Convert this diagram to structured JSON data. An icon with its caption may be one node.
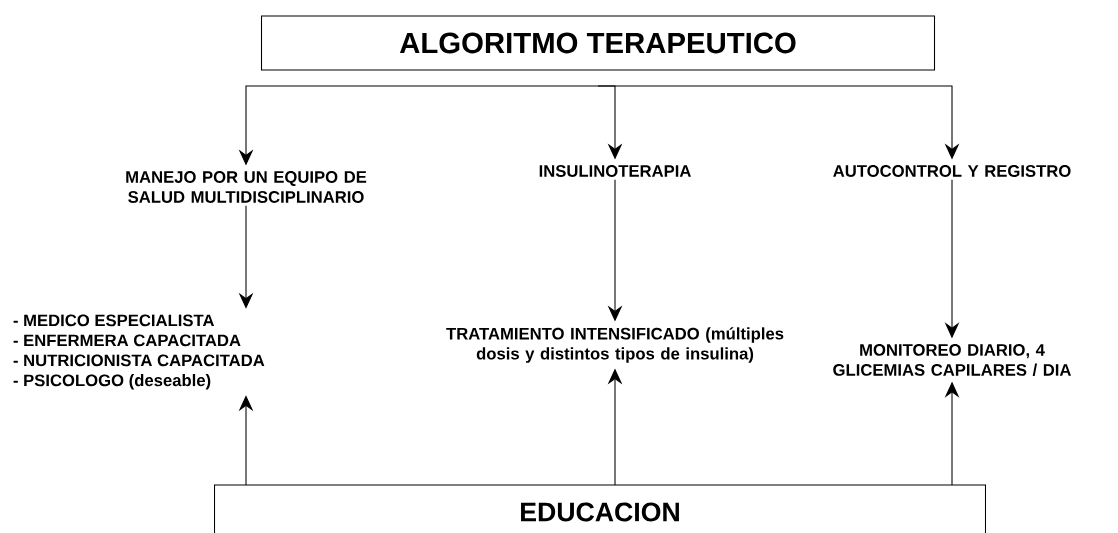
{
  "diagram": {
    "nodes": [
      {
        "text": [
          "ALGORITMO TERAPEUTICO"
        ]
      },
      {
        "text": [
          "MANEJO POR UN EQUIPO DE SALUD MULTIDISCIPLINARIO"
        ]
      },
      {
        "text": [
          "INSULINOTERAPIA"
        ]
      },
      {
        "text": [
          "AUTOCONTROL Y REGISTRO"
        ]
      },
      {
        "text": [
          "- MEDICO ESPECIALISTA",
          "- ENFERMERA CAPACITADA",
          "- NUTRICIONISTA CAPACITADA",
          "- PSICOLOGO (deseable)"
        ]
      },
      {
        "text": [
          "TRATAMIENTO INTENSIFICADO (múltiples dosis y distintos tipos de insulina)"
        ]
      },
      {
        "text": [
          "MONITOREO DIARIO, 4 GLICEMIAS CAPILARES / DIA"
        ]
      },
      {
        "text": [
          "EDUCACION"
        ]
      }
    ],
    "edges": [
      {
        "from": 0,
        "to": 1,
        "arrow": "to"
      },
      {
        "from": 0,
        "to": 2,
        "arrow": "to"
      },
      {
        "from": 0,
        "to": 3,
        "arrow": "to"
      },
      {
        "from": 1,
        "to": 4,
        "arrow": "to"
      },
      {
        "from": 2,
        "to": 5,
        "arrow": "to"
      },
      {
        "from": 3,
        "to": 6,
        "arrow": "to"
      },
      {
        "from": 7,
        "to": 4,
        "arrow": "to"
      },
      {
        "from": 7,
        "to": 5,
        "arrow": "to"
      },
      {
        "from": 7,
        "to": 6,
        "arrow": "to"
      }
    ]
  }
}
